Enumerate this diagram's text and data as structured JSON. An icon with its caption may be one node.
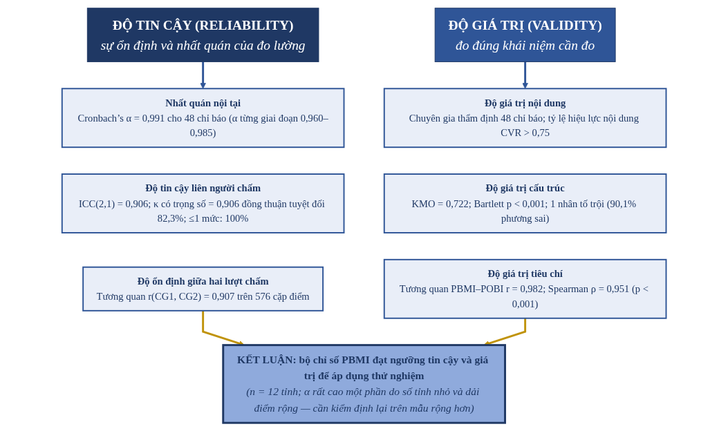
{
  "diagram": {
    "nodes": [
      {
        "text": [
          "ĐỘ TIN CẬY (RELIABILITY)",
          "sự ổn định và nhất quán của đo lường"
        ]
      },
      {
        "text": [
          "ĐỘ GIÁ TRỊ (VALIDITY)",
          "đo đúng khái niệm cần đo"
        ]
      },
      {
        "text": [
          "Nhất quán nội tại",
          "Cronbach’s α = 0,991 cho 48 chỉ báo (α từng giai đoạn 0,960–0,985)"
        ]
      },
      {
        "text": [
          "Độ tin cậy liên người chấm",
          "ICC(2,1) = 0,906; κ có trọng số = 0,906 đồng thuận tuyệt đối 82,3%; ≤1 mức: 100%"
        ]
      },
      {
        "text": [
          "Độ ổn định giữa hai lượt chấm",
          "Tương quan r(CG1, CG2) = 0,907 trên 576 cặp điểm"
        ]
      },
      {
        "text": [
          "Độ giá trị nội dung",
          "Chuyên gia thẩm định 48 chỉ báo; tỷ lệ hiệu lực nội dung CVR > 0,75"
        ]
      },
      {
        "text": [
          "Độ giá trị cấu trúc",
          "KMO = 0,722; Bartlett p < 0,001; 1 nhân tố trội (90,1% phương sai)"
        ]
      },
      {
        "text": [
          "Độ giá trị tiêu chí",
          "Tương quan PBMI–POBI r = 0,982; Spearman ρ = 0,951 (p < 0,001)"
        ]
      },
      {
        "text": [
          "KẾT LUẬN: bộ chỉ số PBMI đạt ngưỡng tin cậy và giá trị để áp dụng thử nghiệm",
          "(n = 12 tỉnh; α rất cao một phần do số tỉnh nhỏ và dải điểm rộng — cần kiểm định lại trên mẫu rộng hơn)"
        ]
      }
    ],
    "edges": [
      {
        "from": 0,
        "to": 2,
        "arrow": "to"
      },
      {
        "from": 1,
        "to": 5,
        "arrow": "to"
      },
      {
        "from": 4,
        "to": 8,
        "arrow": "to",
        "color": "#c0930a"
      },
      {
        "from": 7,
        "to": 8,
        "arrow": "to",
        "color": "#c0930a"
      }
    ]
  }
}
